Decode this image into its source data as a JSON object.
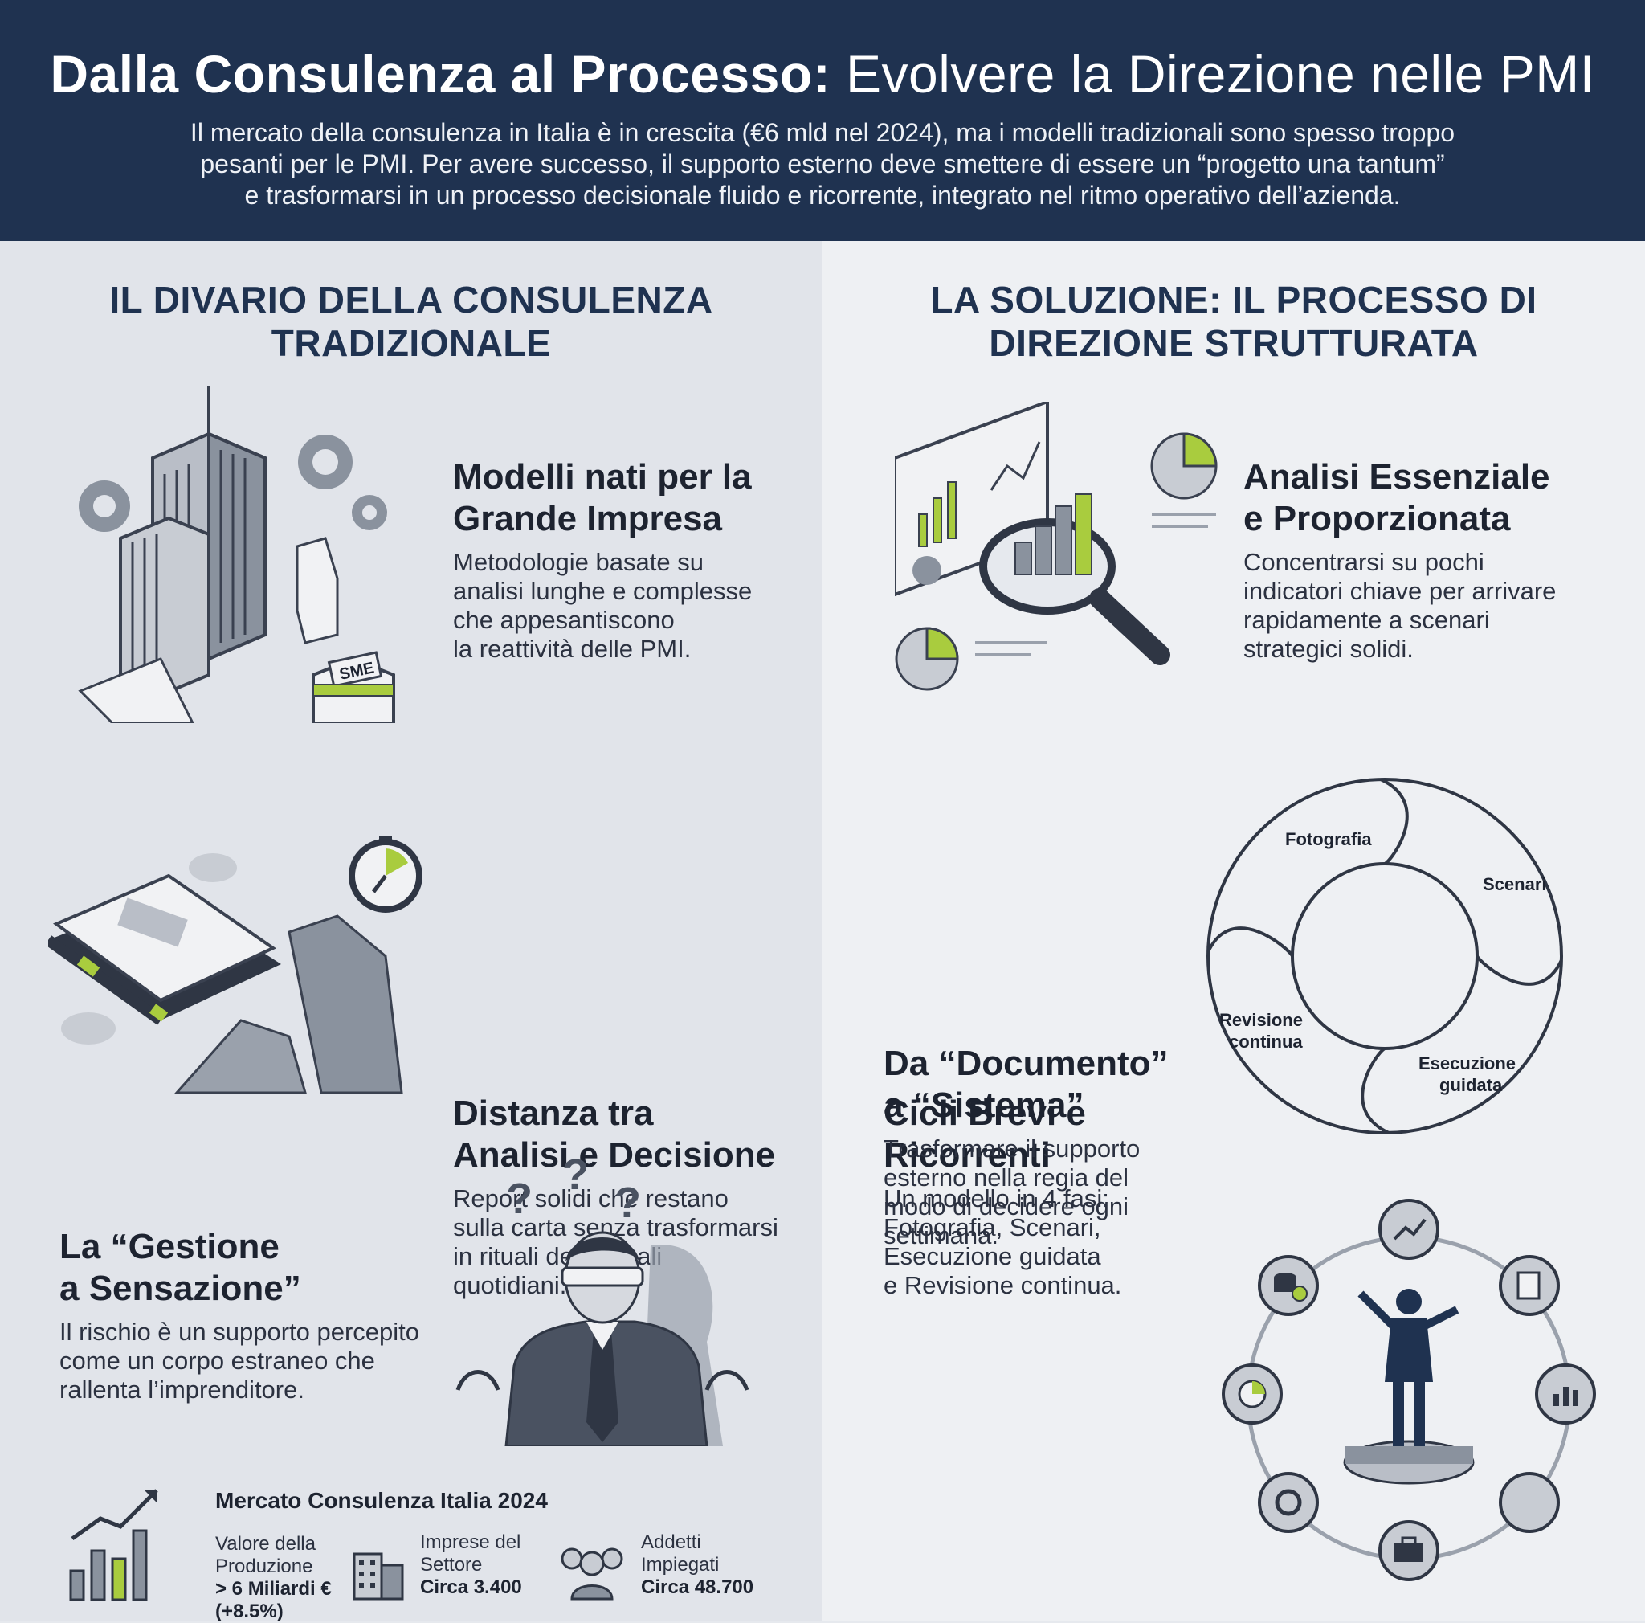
{
  "header": {
    "title_bold": "Dalla Consulenza al Processo:",
    "title_regular": " Evolvere la Direzione nelle PMI",
    "intro_line1": "Il mercato della consulenza in Italia è in crescita (€6 mld nel 2024), ma i modelli tradizionali sono spesso troppo",
    "intro_line2": "pesanti per le PMI. Per avere successo, il supporto esterno deve smettere di essere un “progetto una tantum”",
    "intro_line3": "e trasformarsi in un processo decisionale fluido e ricorrente, integrato nel ritmo operativo dell’azienda."
  },
  "left": {
    "title_line1": "IL DIVARIO DELLA CONSULENZA",
    "title_line2": "TRADIZIONALE",
    "blocks": [
      {
        "title_line1": "Modelli nati per la",
        "title_line2": "Grande Impresa",
        "lines": [
          "Metodologie basate su",
          "analisi lunghe e complesse",
          "che appesantiscono",
          "la reattività delle PMI."
        ]
      },
      {
        "title_line1": "Distanza tra",
        "title_line2": "Analisi e Decisione",
        "lines": [
          "Report solidi che restano",
          "sulla carta senza trasformarsi",
          "in rituali decisionali",
          "quotidiani."
        ]
      },
      {
        "title_line1": "La “Gestione",
        "title_line2": "a Sensazione”",
        "lines": [
          "Il rischio è un supporto percepito",
          "come un corpo estraneo che",
          "rallenta l’imprenditore."
        ]
      }
    ],
    "sme_sign": "SME",
    "question_marks": [
      "?",
      "?",
      "?"
    ],
    "stats": {
      "title": "Mercato Consulenza Italia 2024",
      "items": [
        {
          "label_line1": "Valore della",
          "label_line2": "Produzione",
          "value_line1": "> 6 Miliardi €",
          "value_line2": "(+8.5%)",
          "icon": "growth-chart-icon"
        },
        {
          "label_line1": "Imprese del",
          "label_line2": "Settore",
          "value_line1": "Circa 3.400",
          "icon": "office-building-icon"
        },
        {
          "label_line1": "Addetti",
          "label_line2": "Impiegati",
          "value_line1": "Circa 48.700",
          "icon": "people-group-icon"
        }
      ]
    }
  },
  "right": {
    "title_line1": "LA SOLUZIONE: IL PROCESSO DI",
    "title_line2": "DIREZIONE STRUTTURATA",
    "blocks": [
      {
        "title_line1": "Analisi Essenziale",
        "title_line2": "e Proporzionata",
        "lines": [
          "Concentrarsi su pochi",
          "indicatori chiave per arrivare",
          "rapidamente a scenari",
          "strategici solidi."
        ]
      },
      {
        "title_line1": "Cicli Brevi e",
        "title_line2": "Ricorrenti",
        "lines": [
          "Un modello in 4 fasi:",
          "Fotografia, Scenari,",
          "Esecuzione guidata",
          "e Revisione continua."
        ]
      },
      {
        "title_line1": "Da “Documento”",
        "title_line2": "a “Sistema”",
        "lines": [
          "Trasformare il supporto",
          "esterno nella regia del",
          "modo di decidere ogni",
          "settimana."
        ]
      }
    ],
    "cycle": {
      "phase1": "Fotografia",
      "phase2": "Scenari",
      "phase3_line1": "Esecuzione",
      "phase3_line2": "guidata",
      "phase4_line1": "Revisione",
      "phase4_line2": "continua"
    }
  },
  "colors": {
    "navy": "#1f3250",
    "accent_green": "#a9cc3e",
    "illustration_grey": "#8a929e",
    "dark_grey": "#3a4150"
  }
}
